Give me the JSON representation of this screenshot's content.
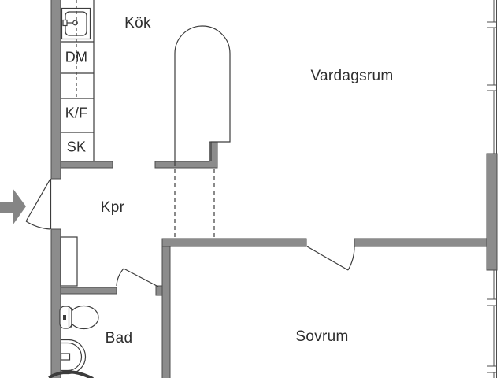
{
  "rooms": {
    "kok": {
      "label": "Kök"
    },
    "vardagsrum": {
      "label": "Vardagsrum"
    },
    "kpr": {
      "label": "Kpr"
    },
    "sovrum": {
      "label": "Sovrum"
    },
    "bad": {
      "label": "Bad"
    }
  },
  "kitchen_units": {
    "dm": {
      "label": "DM"
    },
    "kf": {
      "label": "K/F"
    },
    "sk": {
      "label": "SK"
    }
  },
  "fixtures": [
    "kitchen-sink",
    "dishwasher",
    "fridge-freezer",
    "closet",
    "wardrobe",
    "toilet",
    "washbasin",
    "bathtub",
    "window",
    "door-swing",
    "entrance-arrow"
  ],
  "colors": {
    "background": "#ffffff",
    "wall": "#8c8c8c",
    "wall_outline": "#4c4c4c",
    "line": "#3c3c3c",
    "text": "#2d2d2d",
    "arrow": "#858585"
  }
}
